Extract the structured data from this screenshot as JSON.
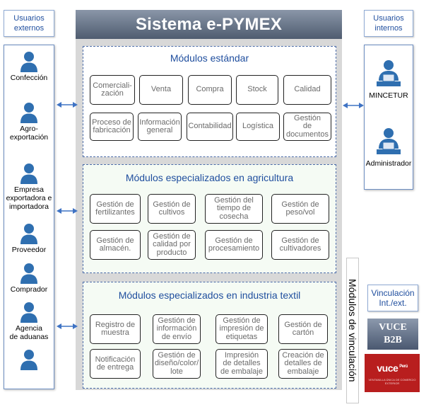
{
  "title": "Sistema e-PYMEX",
  "external_users": {
    "header": [
      "Usuarios",
      "externos"
    ],
    "actors": [
      [
        "Confección"
      ],
      [
        "Agro-",
        "exportación"
      ],
      [
        "Empresa",
        "exportadora e",
        "importadora"
      ],
      [
        "Proveedor"
      ],
      [
        "Comprador"
      ],
      [
        "Agencia",
        "de aduanas"
      ],
      []
    ]
  },
  "internal_users": {
    "header": [
      "Usuarios",
      "internos"
    ],
    "actors": [
      [
        "MINCETUR"
      ],
      [
        "Administrador"
      ]
    ]
  },
  "sections": [
    {
      "title": "Módulos estándar",
      "modules": [
        [
          "Comerciali-",
          "zación"
        ],
        [
          "Venta"
        ],
        [
          "Compra"
        ],
        [
          "Stock"
        ],
        [
          "Calidad"
        ],
        [
          "Proceso de",
          "fabricación"
        ],
        [
          "Información",
          "general"
        ],
        [
          "Contabilidad"
        ],
        [
          "Logística"
        ],
        [
          "Gestión",
          "de",
          "documentos"
        ]
      ]
    },
    {
      "title": "Módulos especializados en agricultura",
      "modules": [
        [
          "Gestión de",
          "fertilizantes"
        ],
        [
          "Gestión de",
          "cultivos"
        ],
        [
          "Gestión del",
          "tiempo de",
          "cosecha"
        ],
        [
          "Gestión de",
          "peso/vol"
        ],
        [
          "Gestión de",
          "almacén."
        ],
        [
          "Gestión de",
          "calidad por",
          "producto"
        ],
        [
          "Gestión de",
          "procesamiento"
        ],
        [
          "Gestión de",
          "cultivadores"
        ]
      ]
    },
    {
      "title": "Módulos especializados en industria textil",
      "modules": [
        [
          "Registro de",
          "muestra"
        ],
        [
          "Gestión de",
          "información",
          "de envío"
        ],
        [
          "Gestión de",
          "impresión de",
          "etiquetas"
        ],
        [
          "Gestión de",
          "cartón"
        ],
        [
          "Notificación",
          "de entrega"
        ],
        [
          "Gestión de",
          "diseño/color/",
          "lote"
        ],
        [
          "Impresión",
          "de detalles",
          "de embalaje"
        ],
        [
          "Creación de",
          "detalles de",
          "embalaje"
        ]
      ]
    }
  ],
  "vinculacion": {
    "strip_label": "Módulos de vinculación",
    "header": [
      "Vinculación",
      "Int./ext."
    ],
    "vuce_b2b": [
      "VUCE",
      "B2B"
    ],
    "vuce_peru": [
      "vuce",
      "Perú",
      "VENTANILLA ÚNICA DE COMERCIO EXTERIOR"
    ]
  },
  "colors": {
    "accent": "#1f4e9e",
    "person": "#2f6fb0",
    "title_bar": "#5b677b"
  },
  "icons": {
    "person": "person-icon",
    "computer_user": "computer-user-icon",
    "arrow": "double-arrow-icon"
  }
}
